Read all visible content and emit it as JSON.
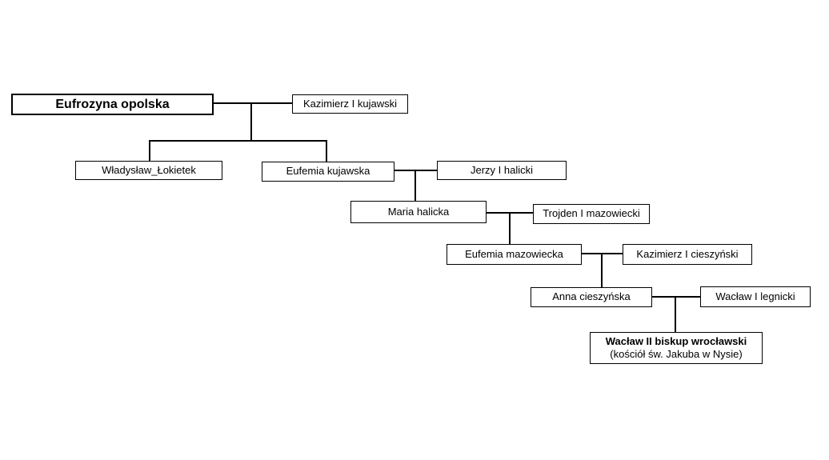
{
  "diagram": {
    "type": "family-tree",
    "background_color": "#ffffff",
    "box_border_color": "#000000",
    "line_color": "#000000",
    "text_color": "#000000",
    "nodes": [
      {
        "label": "Eufrozyna opolska",
        "emphasis": "bold"
      },
      {
        "label": "Kazimierz I kujawski"
      },
      {
        "label": "Władysław_Łokietek"
      },
      {
        "label": "Eufemia kujawska"
      },
      {
        "label": "Jerzy I halicki"
      },
      {
        "label": "Maria halicka"
      },
      {
        "label": "Trojden I mazowiecki"
      },
      {
        "label": "Eufemia mazowiecka"
      },
      {
        "label": "Kazimierz I cieszyński"
      },
      {
        "label": "Anna cieszyńska"
      },
      {
        "label": "Wacław I legnicki"
      },
      {
        "label": "Wacław II biskup wrocławski",
        "sublabel": "(kościół św. Jakuba w Nysie)",
        "emphasis": "bold"
      }
    ],
    "relationships": {
      "couples": [
        [
          "Eufrozyna opolska",
          "Kazimierz I kujawski"
        ],
        [
          "Eufemia kujawska",
          "Jerzy I halicki"
        ],
        [
          "Maria halicka",
          "Trojden I mazowiecki"
        ],
        [
          "Eufemia mazowiecka",
          "Kazimierz I cieszyński"
        ],
        [
          "Anna cieszyńska",
          "Wacław I legnicki"
        ]
      ],
      "children": [
        {
          "parents": [
            "Eufrozyna opolska",
            "Kazimierz I kujawski"
          ],
          "children": [
            "Władysław_Łokietek",
            "Eufemia kujawska"
          ]
        },
        {
          "parents": [
            "Eufemia kujawska",
            "Jerzy I halicki"
          ],
          "children": [
            "Maria halicka"
          ]
        },
        {
          "parents": [
            "Maria halicka",
            "Trojden I mazowiecki"
          ],
          "children": [
            "Eufemia mazowiecka"
          ]
        },
        {
          "parents": [
            "Eufemia mazowiecka",
            "Kazimierz I cieszyński"
          ],
          "children": [
            "Anna cieszyńska"
          ]
        },
        {
          "parents": [
            "Anna cieszyńska",
            "Wacław I legnicki"
          ],
          "children": [
            "Wacław II biskup wrocławski"
          ]
        }
      ]
    }
  }
}
